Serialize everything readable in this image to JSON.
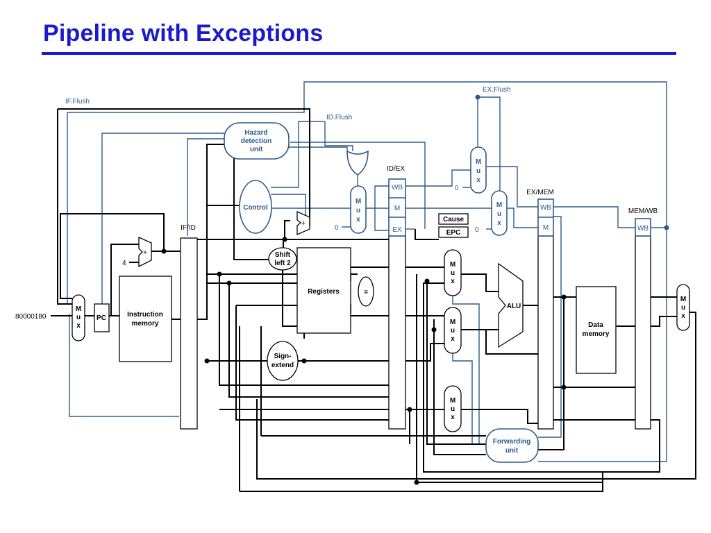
{
  "title": "Pipeline with Exceptions",
  "colors": {
    "title": "#1a1acc",
    "control_lines": "#2c5a8a",
    "data_lines": "#000000"
  },
  "signals": {
    "if_flush": "IF.Flush",
    "id_flush": "ID.Flush",
    "ex_flush": "EX.Flush",
    "exception_address": "80000180",
    "pc_increment": "4",
    "zero_a": "0",
    "zero_b": "0",
    "zero_c": "0"
  },
  "registers": {
    "if_id": "IF/ID",
    "id_ex": "ID/EX",
    "ex_mem": "EX/MEM",
    "mem_wb": "MEM/WB"
  },
  "fields": {
    "wb": "WB",
    "m": "M",
    "ex": "EX"
  },
  "units": {
    "hazard": [
      "Hazard",
      "detection",
      "unit"
    ],
    "control": "Control",
    "pc": "PC",
    "instruction_memory": [
      "Instruction",
      "memory"
    ],
    "registers": "Registers",
    "shift_left": [
      "Shift",
      "left 2"
    ],
    "sign_extend": [
      "Sign-",
      "extend"
    ],
    "alu": "ALU",
    "data_memory": [
      "Data",
      "memory"
    ],
    "forwarding": [
      "Forwarding",
      "unit"
    ],
    "cause": "Cause",
    "epc": "EPC",
    "equals": "=",
    "adder": "+"
  },
  "mux_letters": [
    "M",
    "u",
    "x"
  ]
}
